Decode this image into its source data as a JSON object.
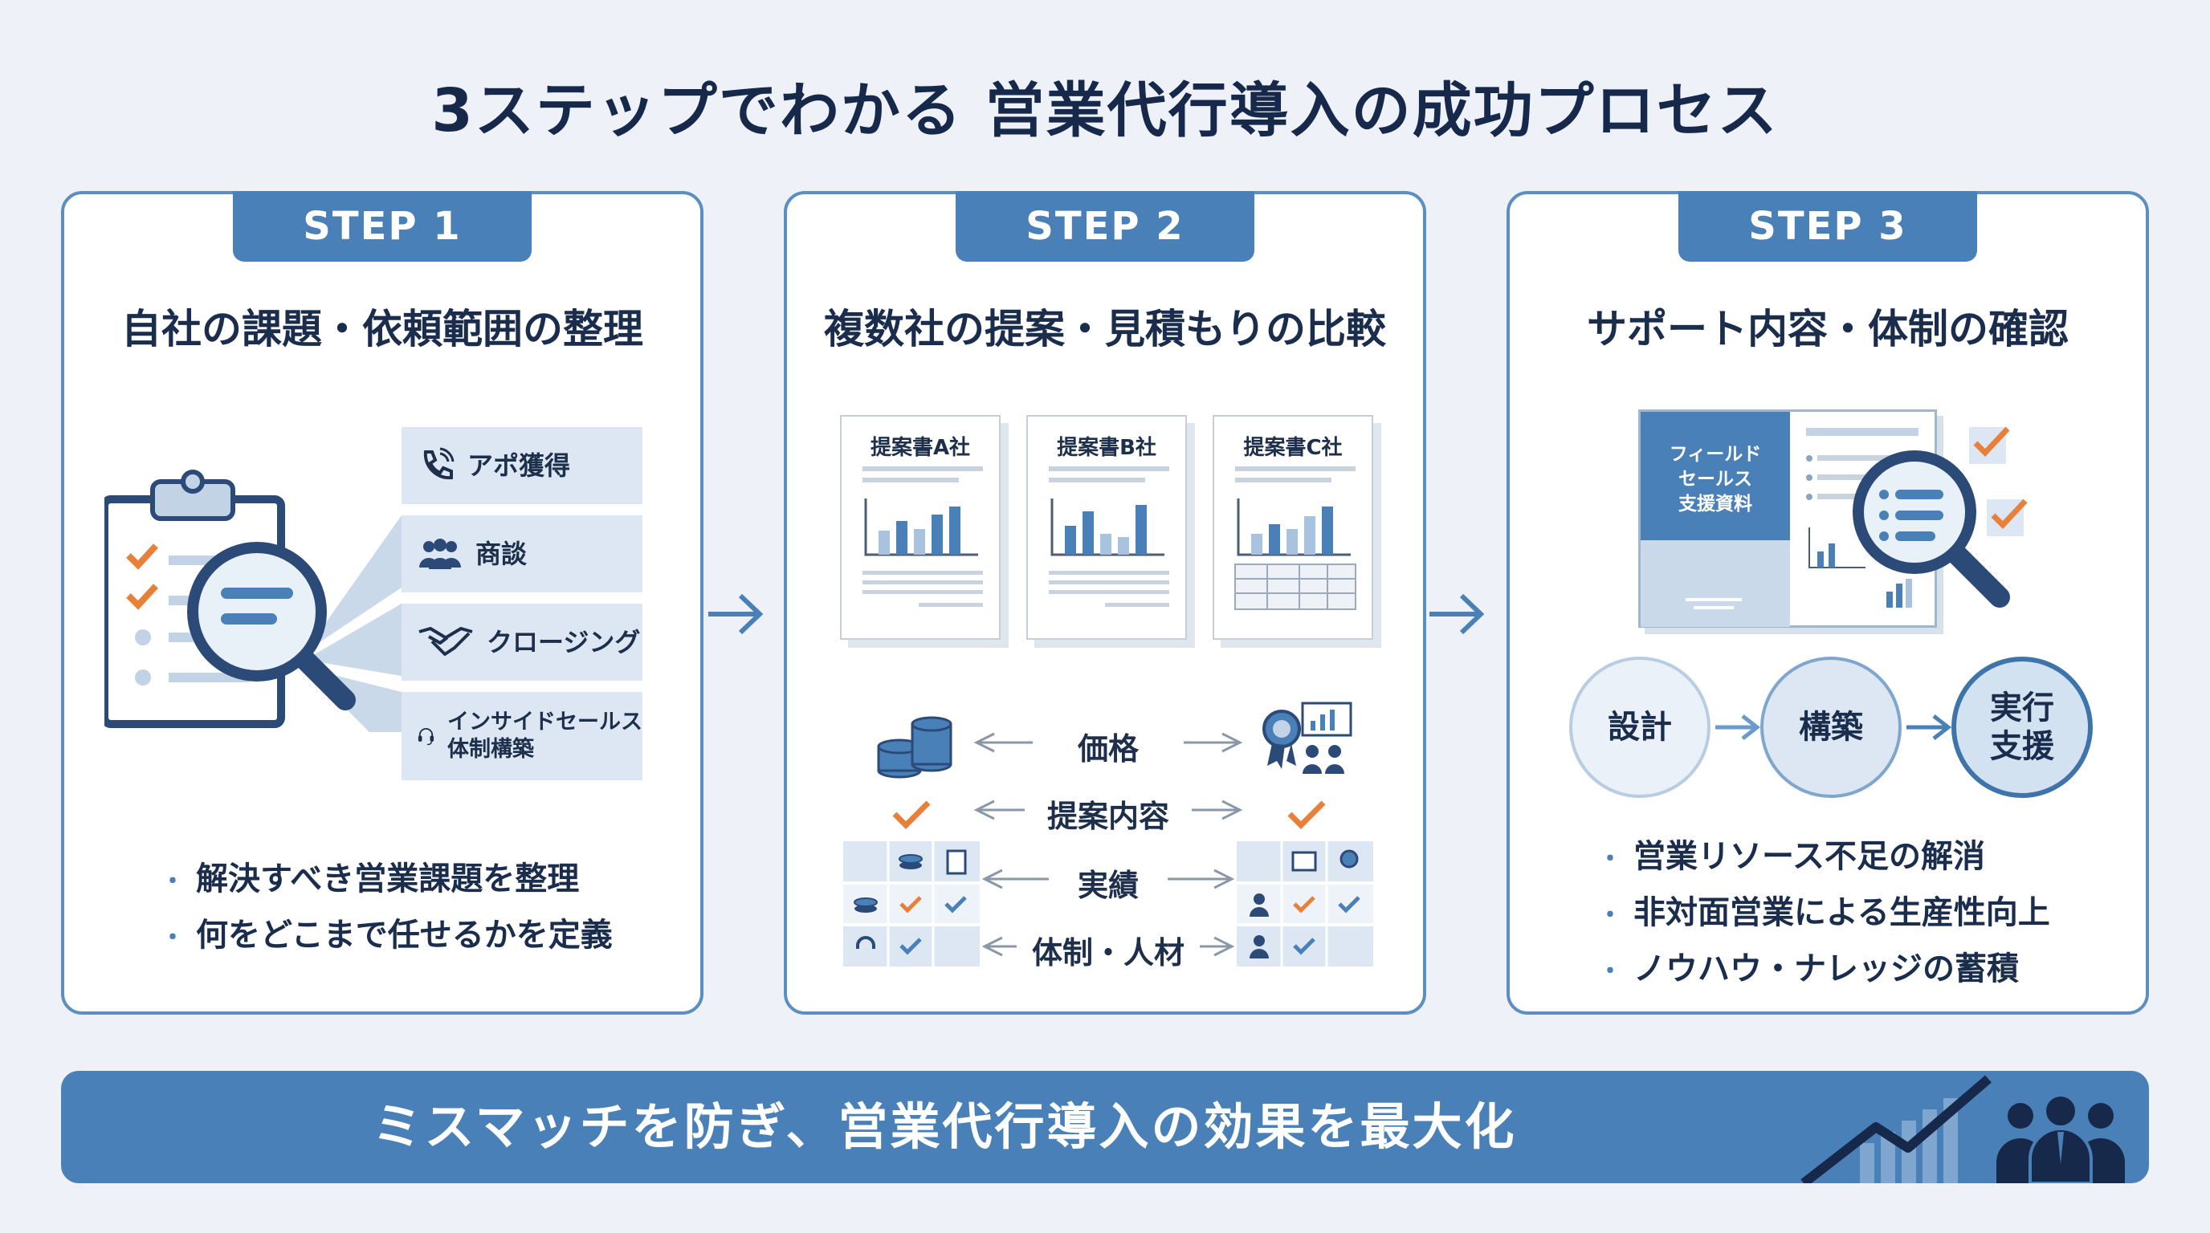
{
  "title": "3ステップでわかる 営業代行導入の成功プロセス",
  "steps": [
    {
      "tab": "STEP 1",
      "title": "自社の課題・依頼範囲の整理",
      "tasks": [
        "アポ獲得",
        "商談",
        "クロージング",
        "インサイドセールス\n体制構築"
      ],
      "bullets": [
        "解決すべき営業課題を整理",
        "何をどこまで任せるかを定義"
      ]
    },
    {
      "tab": "STEP 2",
      "title": "複数社の提案・見積もりの比較",
      "proposals": [
        "提案書A社",
        "提案書B社",
        "提案書C社"
      ],
      "compare_items": [
        "価格",
        "提案内容",
        "実績",
        "体制・人材"
      ]
    },
    {
      "tab": "STEP 3",
      "title": "サポート内容・体制の確認",
      "document_label": "フィールド\nセールス\n支援資料",
      "flow": [
        "設計",
        "構築",
        "実行\n支援"
      ],
      "bullets": [
        "営業リソース不足の解消",
        "非対面営業による生産性向上",
        "ノウハウ・ナレッジの蓄積"
      ]
    }
  ],
  "banner": "ミスマッチを防ぎ、営業代行導入の効果を最大化",
  "icons": [
    "clipboard-icon",
    "magnifier-icon",
    "phone-icon",
    "people-icon",
    "handshake-icon",
    "headset-icon",
    "coins-icon",
    "award-icon",
    "growth-arrow-icon",
    "team-icon"
  ],
  "colors": {
    "primary": "#4a80b8",
    "accent": "#e8803a",
    "dark": "#17294a",
    "light": "#dce7f3"
  }
}
